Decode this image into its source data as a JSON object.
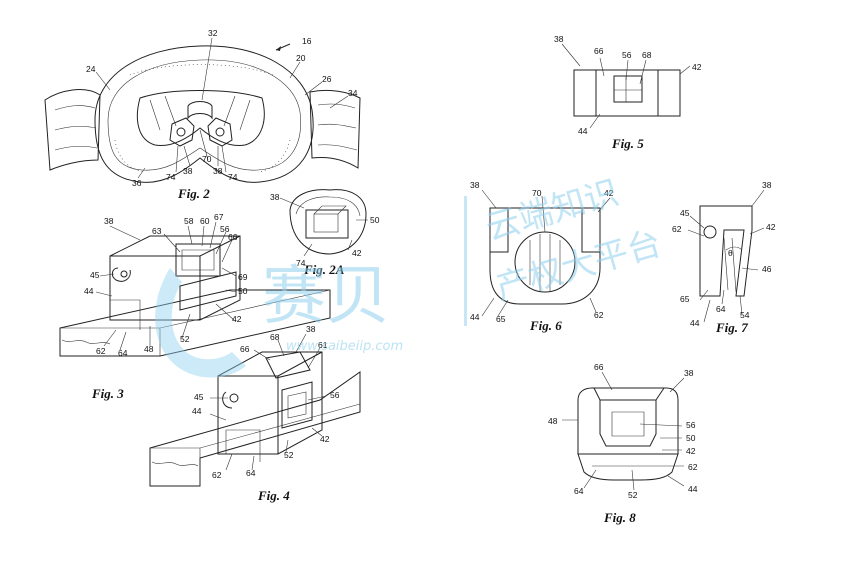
{
  "figures": {
    "fig2": "Fig. 2",
    "fig2a": "Fig. 2A",
    "fig3": "Fig. 3",
    "fig4": "Fig. 4",
    "fig5": "Fig. 5",
    "fig6": "Fig. 6",
    "fig7": "Fig. 7",
    "fig8": "Fig. 8"
  },
  "labels": {
    "fig2": [
      "32",
      "16",
      "20",
      "24",
      "26",
      "34",
      "74",
      "70",
      "74",
      "38",
      "38",
      "36"
    ],
    "fig2a": [
      "38",
      "50",
      "74",
      "42"
    ],
    "fig3": [
      "38",
      "58",
      "60",
      "67",
      "63",
      "56",
      "66",
      "45",
      "69",
      "44",
      "50",
      "42",
      "62",
      "64",
      "48",
      "52"
    ],
    "fig4": [
      "38",
      "66",
      "68",
      "61",
      "45",
      "56",
      "44",
      "42",
      "62",
      "64",
      "52"
    ],
    "fig5": [
      "38",
      "66",
      "56",
      "68",
      "42",
      "44"
    ],
    "fig6": [
      "38",
      "70",
      "42",
      "44",
      "65",
      "62"
    ],
    "fig7": [
      "38",
      "45",
      "62",
      "θ",
      "42",
      "46",
      "65",
      "64",
      "54",
      "44"
    ],
    "fig8": [
      "66",
      "38",
      "48",
      "56",
      "50",
      "42",
      "62",
      "64",
      "52",
      "44"
    ]
  },
  "watermark": {
    "brand_cn": "赛贝",
    "slogan_cn_1": "云端知识",
    "slogan_cn_2": "产权大平台",
    "url": "www.saibeiip.com"
  }
}
